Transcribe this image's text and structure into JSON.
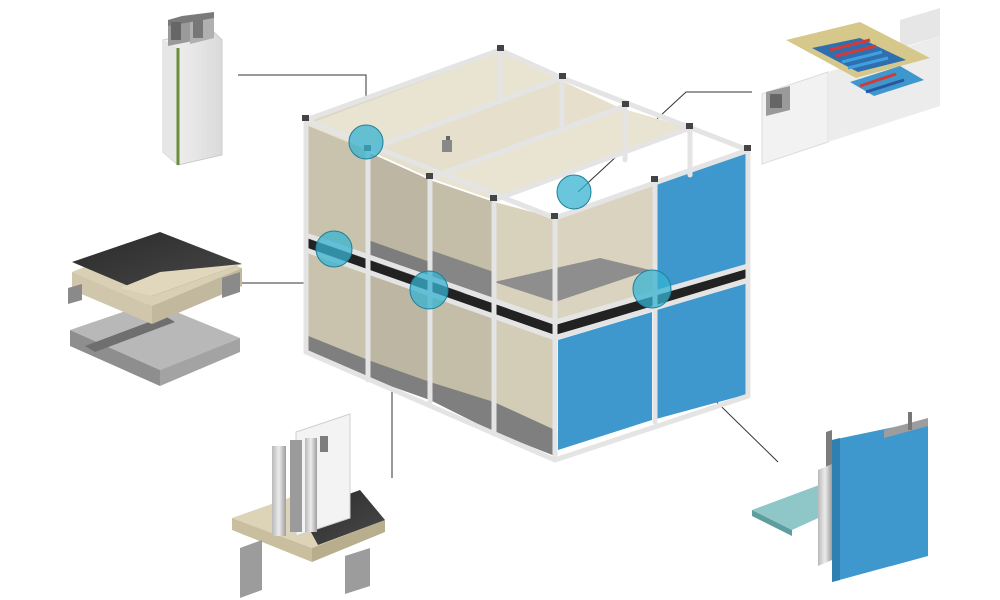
{
  "diagram": {
    "subject": "modular-volumetric-building",
    "colors": {
      "background": "#ffffff",
      "panel_blue": "#3f98cd",
      "panel_blue_dark": "#2f7fb0",
      "gypsum": "#e6e0cf",
      "gypsum_shade": "#d3ccb8",
      "interior_wall": "#cfc9b9",
      "floor": "#8c8c8c",
      "steel_frame": "#e3e3e3",
      "steel_dark": "#7b7b7b",
      "callout_fill": "#37b3d0",
      "leader_line": "#333333",
      "insulation": "#222222"
    },
    "callouts": [
      {
        "id": "column",
        "icon": "steel-column-icon"
      },
      {
        "id": "floor-slab",
        "icon": "floor-slab-icon"
      },
      {
        "id": "wall-joint",
        "icon": "wall-joint-icon"
      },
      {
        "id": "services-penetration",
        "icon": "services-penetration-icon"
      },
      {
        "id": "facade-panel",
        "icon": "facade-panel-icon"
      },
      {
        "id": "roof-connection",
        "icon": "roof-connection-icon"
      }
    ]
  }
}
